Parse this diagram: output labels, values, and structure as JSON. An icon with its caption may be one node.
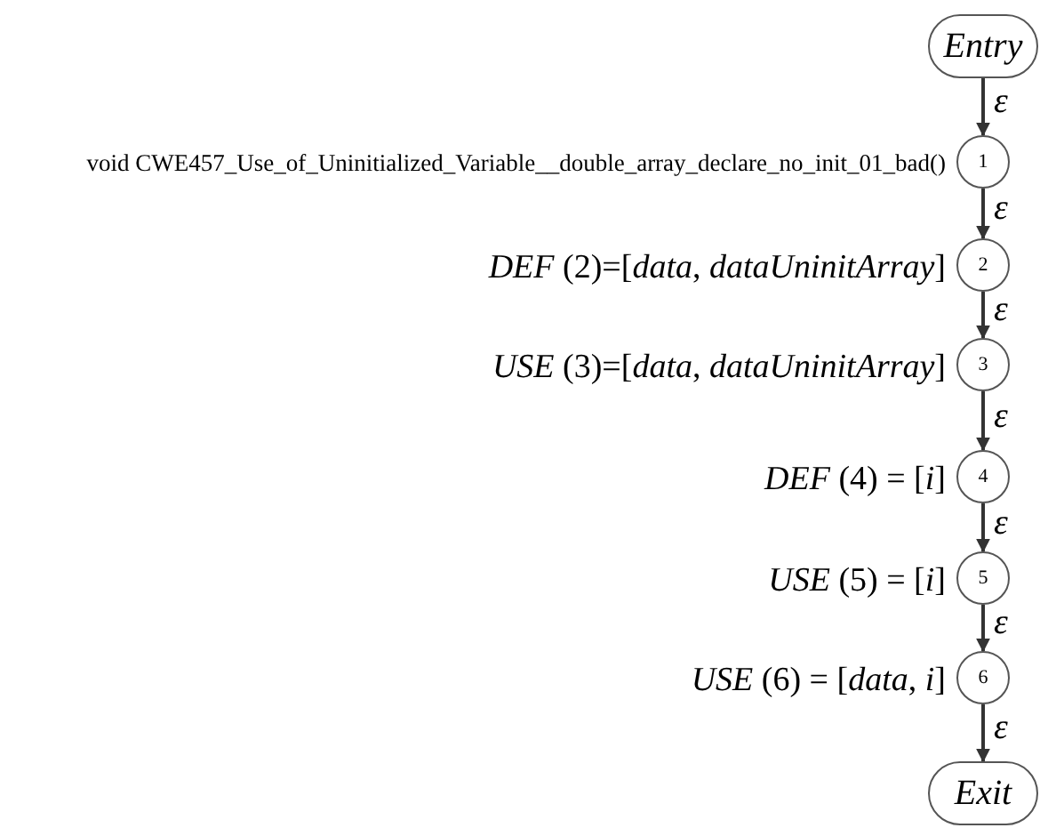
{
  "diagram": {
    "nodes": [
      {
        "text": [
          "Entry"
        ]
      },
      {
        "text": [
          "1"
        ],
        "beside": [
          "void CWE457_Use_of_Uninitialized_Variable__double_array_declare_no_init_01_bad()"
        ]
      },
      {
        "text": [
          "2"
        ],
        "beside": [
          "*DEF* (2)=[*data*, *dataUninitArray*]"
        ]
      },
      {
        "text": [
          "3"
        ],
        "beside": [
          "*USE* (3)=[*data*, *dataUninitArray*]"
        ]
      },
      {
        "text": [
          "4"
        ],
        "beside": [
          "*DEF* (4) = [*i*]"
        ]
      },
      {
        "text": [
          "5"
        ],
        "beside": [
          "*USE* (5) = [*i*]"
        ]
      },
      {
        "text": [
          "6"
        ],
        "beside": [
          "*USE* (6) = [*data*, *i*]"
        ]
      },
      {
        "text": [
          "Exit"
        ]
      }
    ],
    "edges": [
      {
        "from": 0,
        "to": 1,
        "arrow": "to",
        "label": "ε"
      },
      {
        "from": 1,
        "to": 2,
        "arrow": "to",
        "label": "ε"
      },
      {
        "from": 2,
        "to": 3,
        "arrow": "to",
        "label": "ε"
      },
      {
        "from": 3,
        "to": 4,
        "arrow": "to",
        "label": "ε"
      },
      {
        "from": 4,
        "to": 5,
        "arrow": "to",
        "label": "ε"
      },
      {
        "from": 5,
        "to": 6,
        "arrow": "to",
        "label": "ε"
      },
      {
        "from": 6,
        "to": 7,
        "arrow": "to",
        "label": "ε"
      }
    ]
  }
}
